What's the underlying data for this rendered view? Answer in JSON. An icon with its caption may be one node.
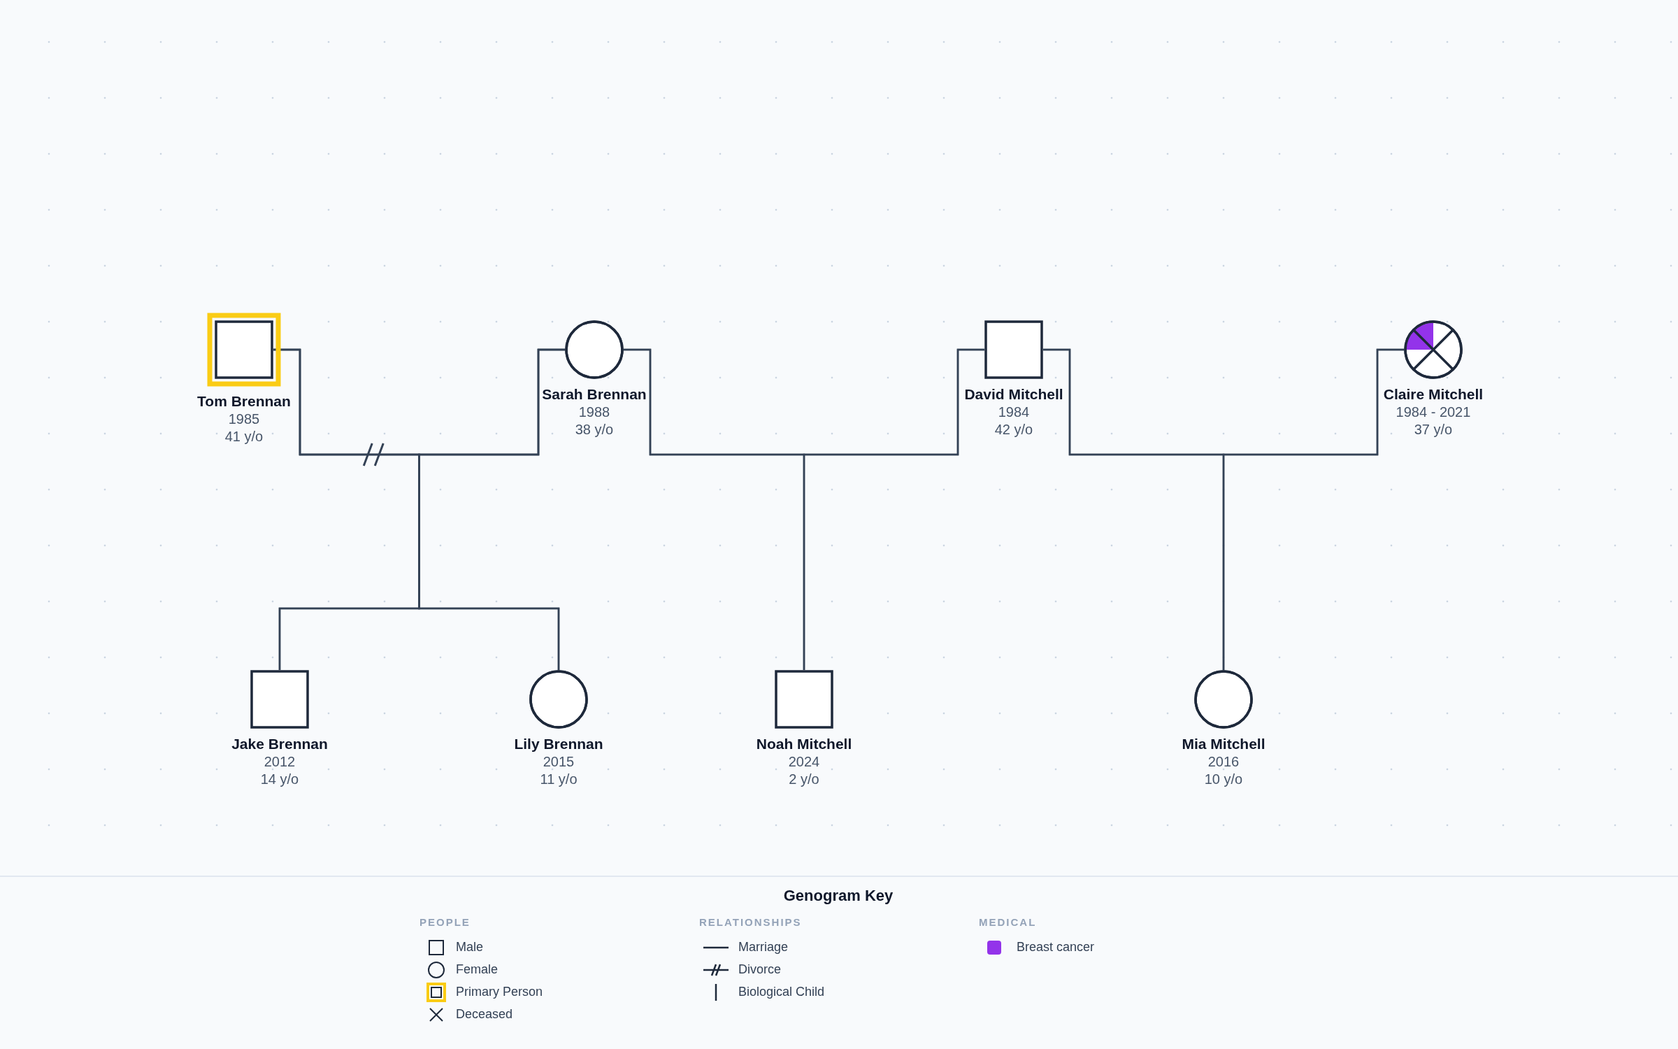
{
  "diagram": {
    "nodes": [
      {
        "text": [
          "Tom Brennan",
          "1985",
          "41 y/o"
        ]
      },
      {
        "text": [
          "Sarah Brennan",
          "1988",
          "38 y/o"
        ]
      },
      {
        "text": [
          "David Mitchell",
          "1984",
          "42 y/o"
        ]
      },
      {
        "text": [
          "Claire Mitchell",
          "1984 - 2021",
          "37 y/o"
        ]
      },
      {
        "text": [
          "Jake Brennan",
          "2012",
          "14 y/o"
        ]
      },
      {
        "text": [
          "Lily Brennan",
          "2015",
          "11 y/o"
        ]
      },
      {
        "text": [
          "Noah Mitchell",
          "2024",
          "2 y/o"
        ]
      },
      {
        "text": [
          "Mia Mitchell",
          "2016",
          "10 y/o"
        ]
      }
    ],
    "edges": [
      {
        "from": 0,
        "to": 1,
        "arrow": "none"
      },
      {
        "from": 1,
        "to": 2,
        "arrow": "none"
      },
      {
        "from": 2,
        "to": 3,
        "arrow": "none"
      },
      {
        "from": 0,
        "to": 4,
        "arrow": "none"
      },
      {
        "from": 1,
        "to": 4,
        "arrow": "none"
      },
      {
        "from": 0,
        "to": 5,
        "arrow": "none"
      },
      {
        "from": 1,
        "to": 5,
        "arrow": "none"
      },
      {
        "from": 1,
        "to": 6,
        "arrow": "none"
      },
      {
        "from": 2,
        "to": 6,
        "arrow": "none"
      },
      {
        "from": 2,
        "to": 7,
        "arrow": "none"
      },
      {
        "from": 3,
        "to": 7,
        "arrow": "none"
      }
    ],
    "labels": [
      "Genogram Key",
      "PEOPLE",
      "RELATIONSHIPS",
      "MEDICAL"
    ],
    "legend": [
      {
        "text": "Male"
      },
      {
        "text": "Female"
      },
      {
        "text": "Primary Person"
      },
      {
        "text": "Deceased"
      },
      {
        "text": "Marriage"
      },
      {
        "text": "Divorce"
      },
      {
        "text": "Biological Child"
      },
      {
        "text": "Breast cancer",
        "color": "#9333ea"
      }
    ]
  }
}
